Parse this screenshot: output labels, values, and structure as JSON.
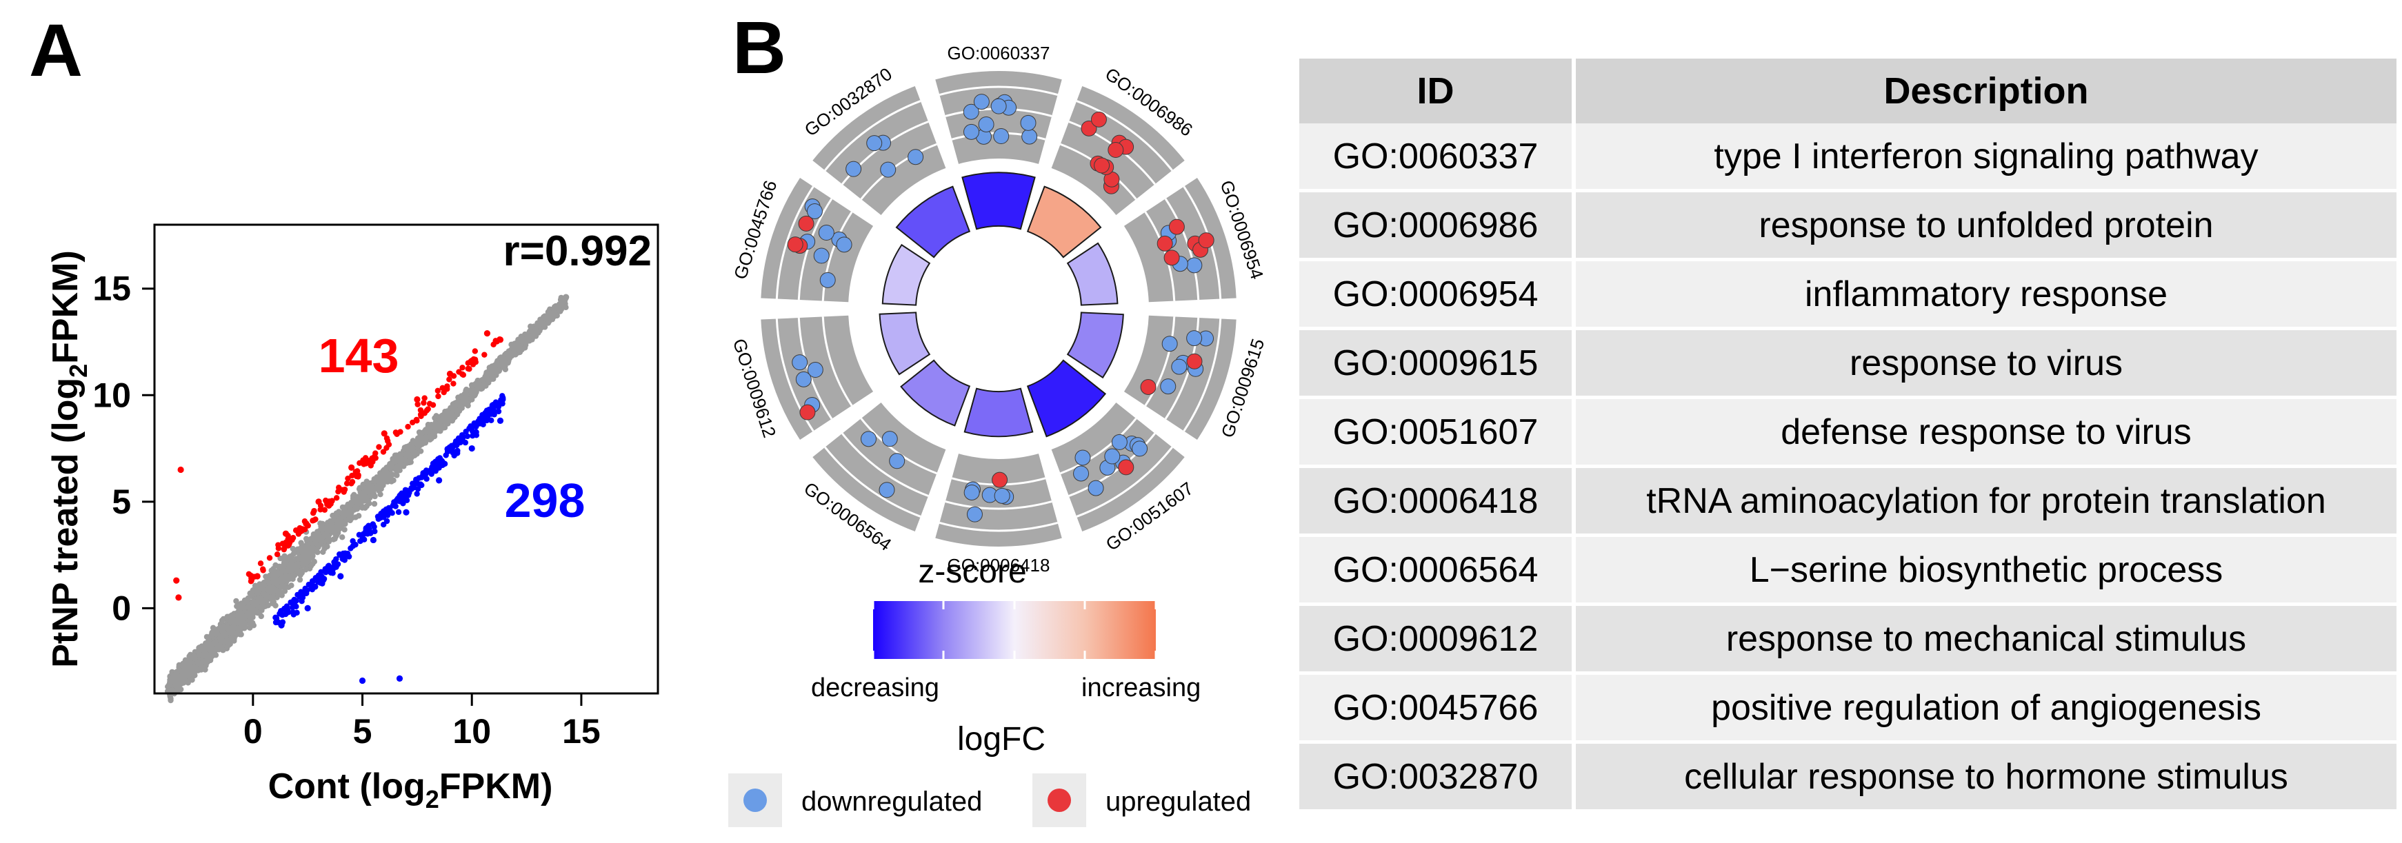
{
  "panel_labels": {
    "a": "A",
    "b": "B"
  },
  "chart_data": [
    {
      "type": "scatter",
      "xlabel_main": "Cont (log",
      "xlabel_sub": "2",
      "xlabel_end": "FPKM)",
      "ylabel_main": "PtNP treated (log",
      "ylabel_sub": "2",
      "ylabel_end": "FPKM)",
      "xlim": [
        -4.5,
        18.5
      ],
      "ylim": [
        -4,
        18
      ],
      "x_ticks": [
        0,
        5,
        10,
        15
      ],
      "y_ticks": [
        0,
        5,
        10,
        15
      ],
      "annotations": {
        "correlation": "r=0.992",
        "up_count": "143",
        "down_count": "298"
      },
      "colors": {
        "not_significant": "#9a9a9a",
        "up": "#ff0000",
        "down": "#0000ff"
      },
      "series": [
        {
          "category": "not significant",
          "trend": "dense diagonal cloud along y = x from about (-4,-4) to (14.3,14.6)",
          "points": [
            [
              -3.5,
              -3.4
            ],
            [
              -2,
              -2.3
            ],
            [
              0,
              0.3
            ],
            [
              2,
              1.8
            ],
            [
              4,
              4.2
            ],
            [
              6,
              6.1
            ],
            [
              8,
              8.3
            ],
            [
              10,
              10.1
            ],
            [
              12,
              12.2
            ],
            [
              13.5,
              13.9
            ],
            [
              14.3,
              14.6
            ]
          ]
        },
        {
          "category": "up",
          "points": [
            [
              -3.3,
              6.5
            ],
            [
              -3.5,
              1.3
            ],
            [
              -3.4,
              0.5
            ],
            [
              0.2,
              1.5
            ],
            [
              1.5,
              3.5
            ],
            [
              3,
              5
            ],
            [
              4.5,
              6.6
            ],
            [
              6,
              8.2
            ],
            [
              7.5,
              9.8
            ],
            [
              9,
              11
            ],
            [
              10.7,
              12.9
            ],
            [
              11.3,
              12.6
            ]
          ]
        },
        {
          "category": "down",
          "points": [
            [
              1.3,
              -0.8
            ],
            [
              2.5,
              0
            ],
            [
              4,
              1.5
            ],
            [
              5.5,
              3.2
            ],
            [
              7,
              4.5
            ],
            [
              8.5,
              6
            ],
            [
              10,
              7.5
            ],
            [
              11.3,
              8.8
            ],
            [
              5,
              -3.4
            ],
            [
              6.7,
              -3.3
            ]
          ]
        }
      ]
    },
    {
      "type": "circular GO plot",
      "terms": [
        "GO:0060337",
        "GO:0006986",
        "GO:0006954",
        "GO:0009615",
        "GO:0051607",
        "GO:0006418",
        "GO:0006564",
        "GO:0009612",
        "GO:0045766",
        "GO:0032870"
      ],
      "zscore_level": [
        -0.9,
        0.7,
        -0.3,
        -0.5,
        -0.9,
        -0.6,
        -0.5,
        -0.3,
        -0.2,
        -0.7
      ],
      "points": [
        {
          "term": "GO:0060337",
          "downregulated": 12,
          "upregulated": 0
        },
        {
          "term": "GO:0006986",
          "downregulated": 0,
          "upregulated": 10
        },
        {
          "term": "GO:0006954",
          "downregulated": 4,
          "upregulated": 6
        },
        {
          "term": "GO:0009615",
          "downregulated": 7,
          "upregulated": 2
        },
        {
          "term": "GO:0051607",
          "downregulated": 10,
          "upregulated": 1
        },
        {
          "term": "GO:0006418",
          "downregulated": 6,
          "upregulated": 1
        },
        {
          "term": "GO:0006564",
          "downregulated": 4,
          "upregulated": 0
        },
        {
          "term": "GO:0009612",
          "downregulated": 4,
          "upregulated": 1
        },
        {
          "term": "GO:0045766",
          "downregulated": 8,
          "upregulated": 3
        },
        {
          "term": "GO:0032870",
          "downregulated": 5,
          "upregulated": 0
        }
      ],
      "legend": {
        "zscore_title": "z-score",
        "zscore_low": "decreasing",
        "zscore_high": "increasing",
        "logfc_title": "logFC",
        "down_label": "downregulated",
        "up_label": "upregulated",
        "down_color": "#6a9ce6",
        "up_color": "#e8373b",
        "gradient": [
          "#1a00ff",
          "#9485f5",
          "#f4f0fb",
          "#f6c4b0",
          "#f4764c"
        ]
      }
    }
  ],
  "table": {
    "headers": {
      "id": "ID",
      "description": "Description"
    },
    "rows": [
      {
        "id": "GO:0060337",
        "description": "type I interferon signaling pathway"
      },
      {
        "id": "GO:0006986",
        "description": "response to unfolded protein"
      },
      {
        "id": "GO:0006954",
        "description": "inflammatory response"
      },
      {
        "id": "GO:0009615",
        "description": "response to virus"
      },
      {
        "id": "GO:0051607",
        "description": "defense response to virus"
      },
      {
        "id": "GO:0006418",
        "description": "tRNA aminoacylation for protein translation"
      },
      {
        "id": "GO:0006564",
        "description": "L−serine biosynthetic process"
      },
      {
        "id": "GO:0009612",
        "description": "response to mechanical stimulus"
      },
      {
        "id": "GO:0045766",
        "description": "positive regulation of angiogenesis"
      },
      {
        "id": "GO:0032870",
        "description": "cellular response to hormone stimulus"
      }
    ]
  }
}
